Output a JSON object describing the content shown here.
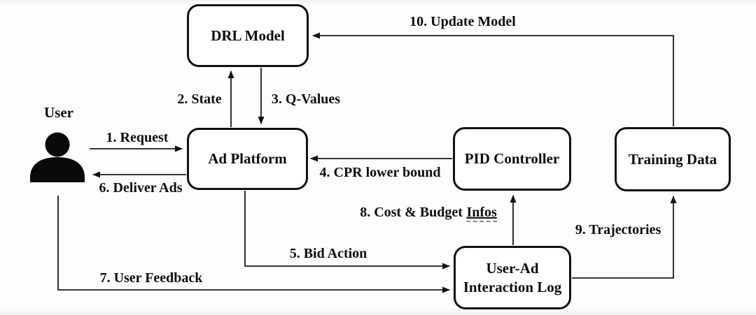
{
  "diagram": {
    "nodes": {
      "drl_model": {
        "label": "DRL Model"
      },
      "ad_platform": {
        "label": "Ad Platform"
      },
      "pid_controller": {
        "label": "PID Controller"
      },
      "training_data": {
        "label": "Training Data"
      },
      "interaction_log": {
        "line1": "User-Ad",
        "line2": "Interaction Log"
      },
      "user": {
        "label": "User"
      }
    },
    "edges": {
      "request": {
        "label": "1. Request"
      },
      "state": {
        "label": "2. State"
      },
      "q_values": {
        "label": "3. Q-Values"
      },
      "cpr": {
        "label": "4. CPR lower bound"
      },
      "bid_action": {
        "label": "5. Bid Action"
      },
      "deliver_ads": {
        "label": "6. Deliver Ads"
      },
      "user_feedback": {
        "label": "7. User Feedback"
      },
      "cost_budget": {
        "label_prefix": "8. Cost & Budget",
        "label_underlined": "Infos"
      },
      "trajectories": {
        "label": "9. Trajectories"
      },
      "update_model": {
        "label": "10. Update Model"
      }
    },
    "colors": {
      "line": "#1a1a1a",
      "box_border": "#111111",
      "box_fill": "#ffffff",
      "text": "#0d0d0d",
      "background": "#fdfdfd"
    }
  }
}
